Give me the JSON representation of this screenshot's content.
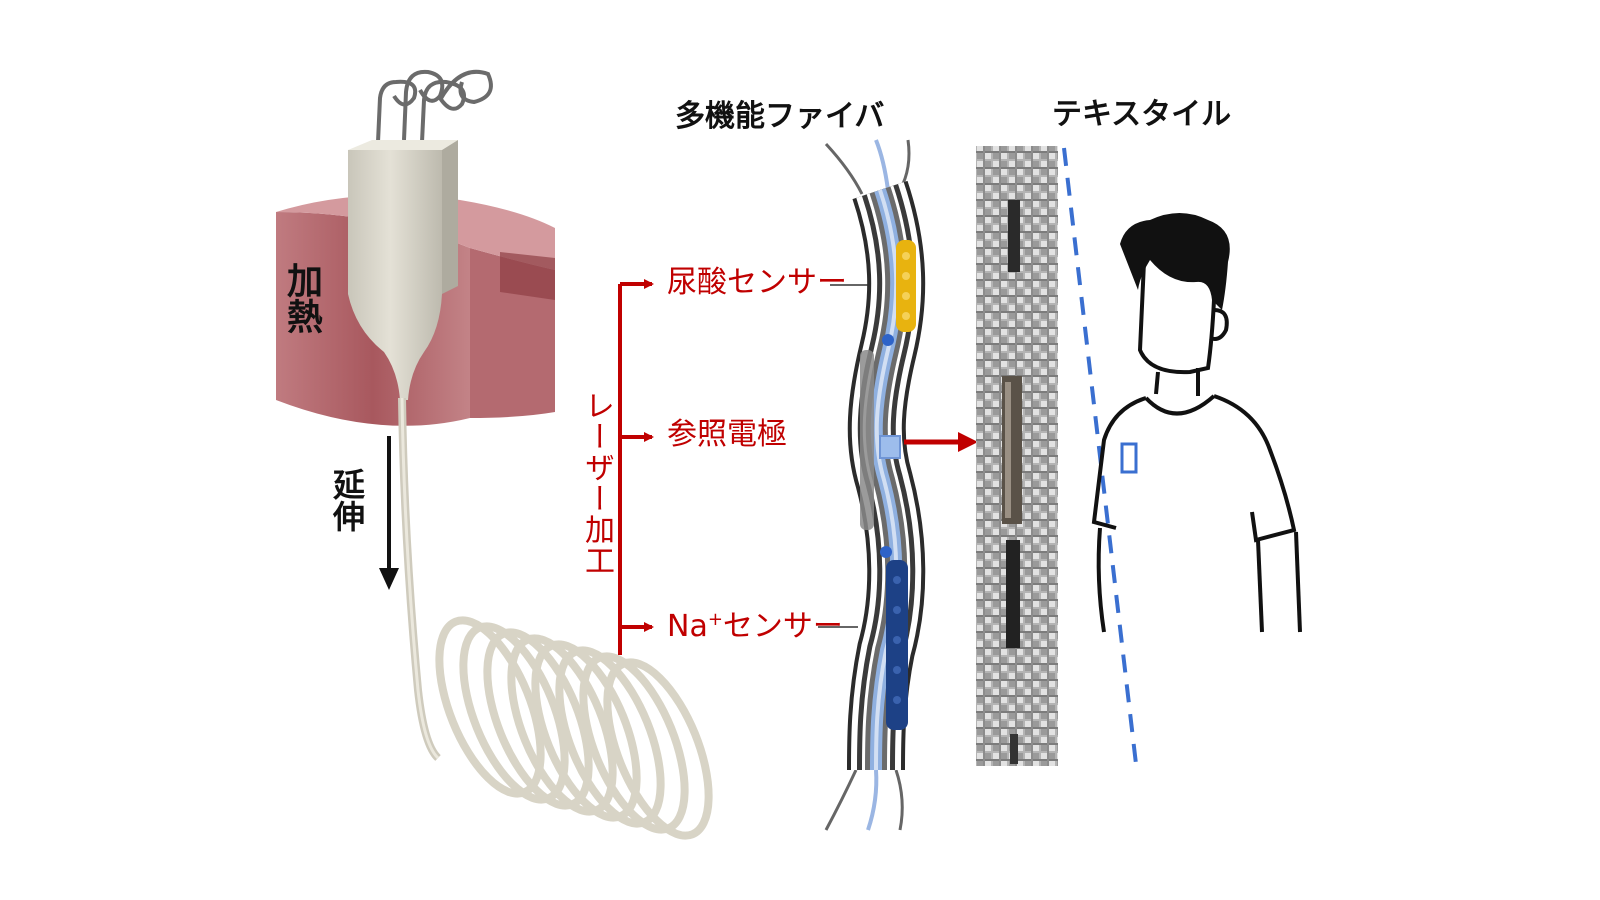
{
  "labels": {
    "heating": "加熱",
    "drawing": "延伸",
    "multifunctional_fiber": "多機能ファイバ",
    "textile": "テキスタイル",
    "laser_processing": "レーザー加工",
    "uric_acid_sensor": "尿酸センサー",
    "reference_electrode": "参照電極",
    "na_sensor_prefix": "Na",
    "na_sensor_sup": "+",
    "na_sensor_suffix": "センサー"
  },
  "colors": {
    "label_red": "#c00000",
    "label_black": "#111111",
    "heater": "#b5696e",
    "preform": "#dcd9cd",
    "fiber_dark": "#3a3a3a",
    "fiber_blue": "#8fb0e0",
    "uric_sensor": "#e8b30f",
    "na_sensor": "#1d4186",
    "textile_gray": "#a9a9a9",
    "outline_blue": "#3a6fd0"
  }
}
